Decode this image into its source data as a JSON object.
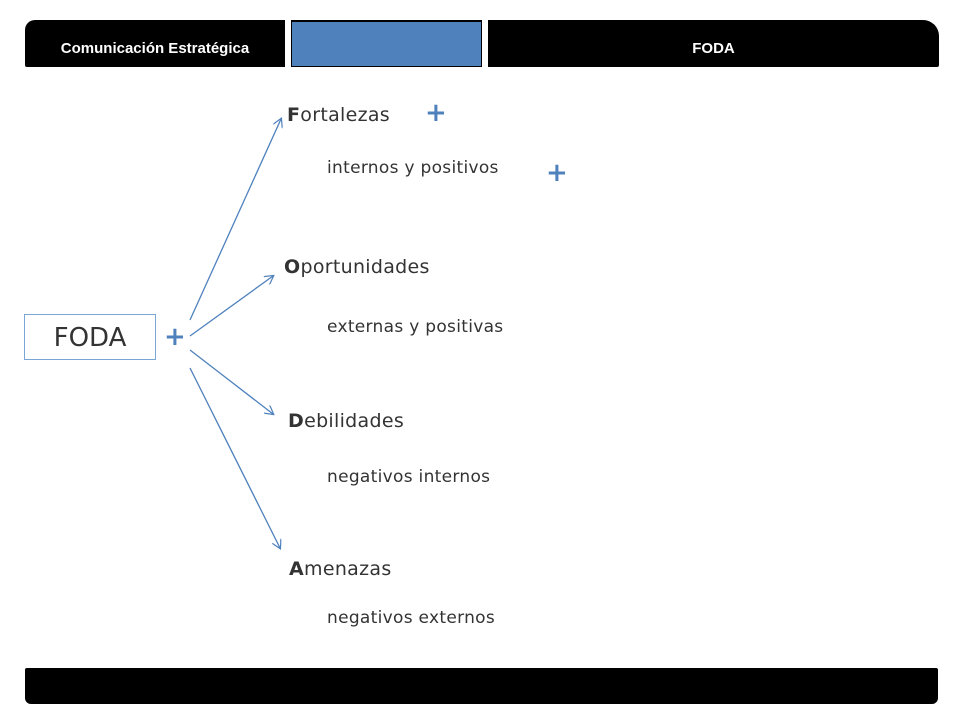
{
  "header": {
    "left_tab": "Comunicación Estratégica",
    "right_tab": "FODA"
  },
  "center": {
    "label": "FODA",
    "plus": "+"
  },
  "branches": [
    {
      "initial": "F",
      "rest": "ortalezas",
      "plus": "+",
      "description": "internos y positivos",
      "desc_plus": "+"
    },
    {
      "initial": "O",
      "rest": "portunidades",
      "description": "externas y positivas"
    },
    {
      "initial": "D",
      "rest": "ebilidades",
      "description": "negativos internos"
    },
    {
      "initial": "A",
      "rest": "menazas",
      "description": "negativos externos"
    }
  ],
  "colors": {
    "accent": "#4f81bd",
    "bar": "#000000",
    "box_border": "#7aa6d6"
  }
}
